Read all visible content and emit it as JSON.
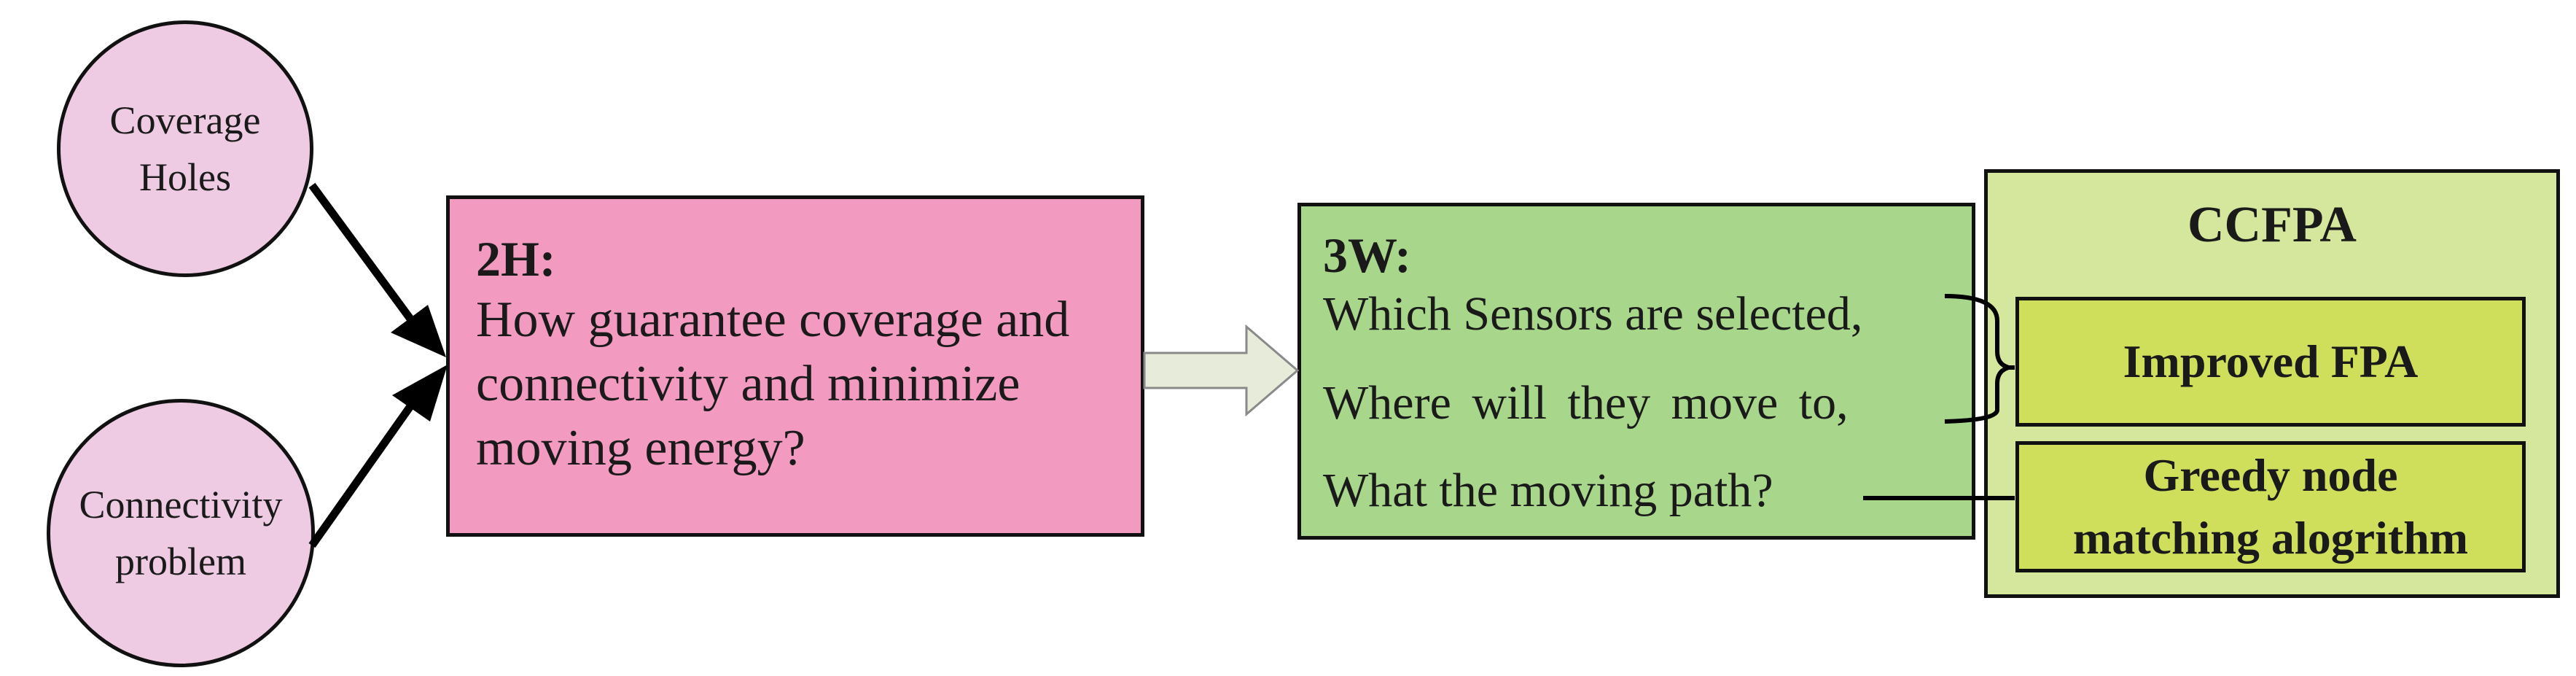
{
  "circles": {
    "coverage": {
      "line1": "Coverage",
      "line2": "Holes"
    },
    "connectivity": {
      "line1": "Connectivity",
      "line2": "problem"
    }
  },
  "box_2h": {
    "heading": "2H:",
    "lines": [
      "How guarantee coverage and",
      "connectivity and minimize",
      "moving energy?"
    ]
  },
  "box_3w": {
    "heading": "3W:",
    "q1": "Which Sensors are selected,",
    "q2": "Where will they move to,",
    "q3": "What the moving path?"
  },
  "ccfpa": {
    "title": "CCFPA",
    "improved": "Improved FPA",
    "greedy_line1": "Greedy node",
    "greedy_line2": "matching alogrithm"
  },
  "colors": {
    "circle_fill": "#eecbe3",
    "box_2h_fill": "#f39ac1",
    "box_3w_fill": "#a8d68b",
    "ccfpa_fill": "#d4e79c",
    "inner_box_fill": "#cfdf5c",
    "hollow_arrow_fill": "#e6ecd9"
  }
}
